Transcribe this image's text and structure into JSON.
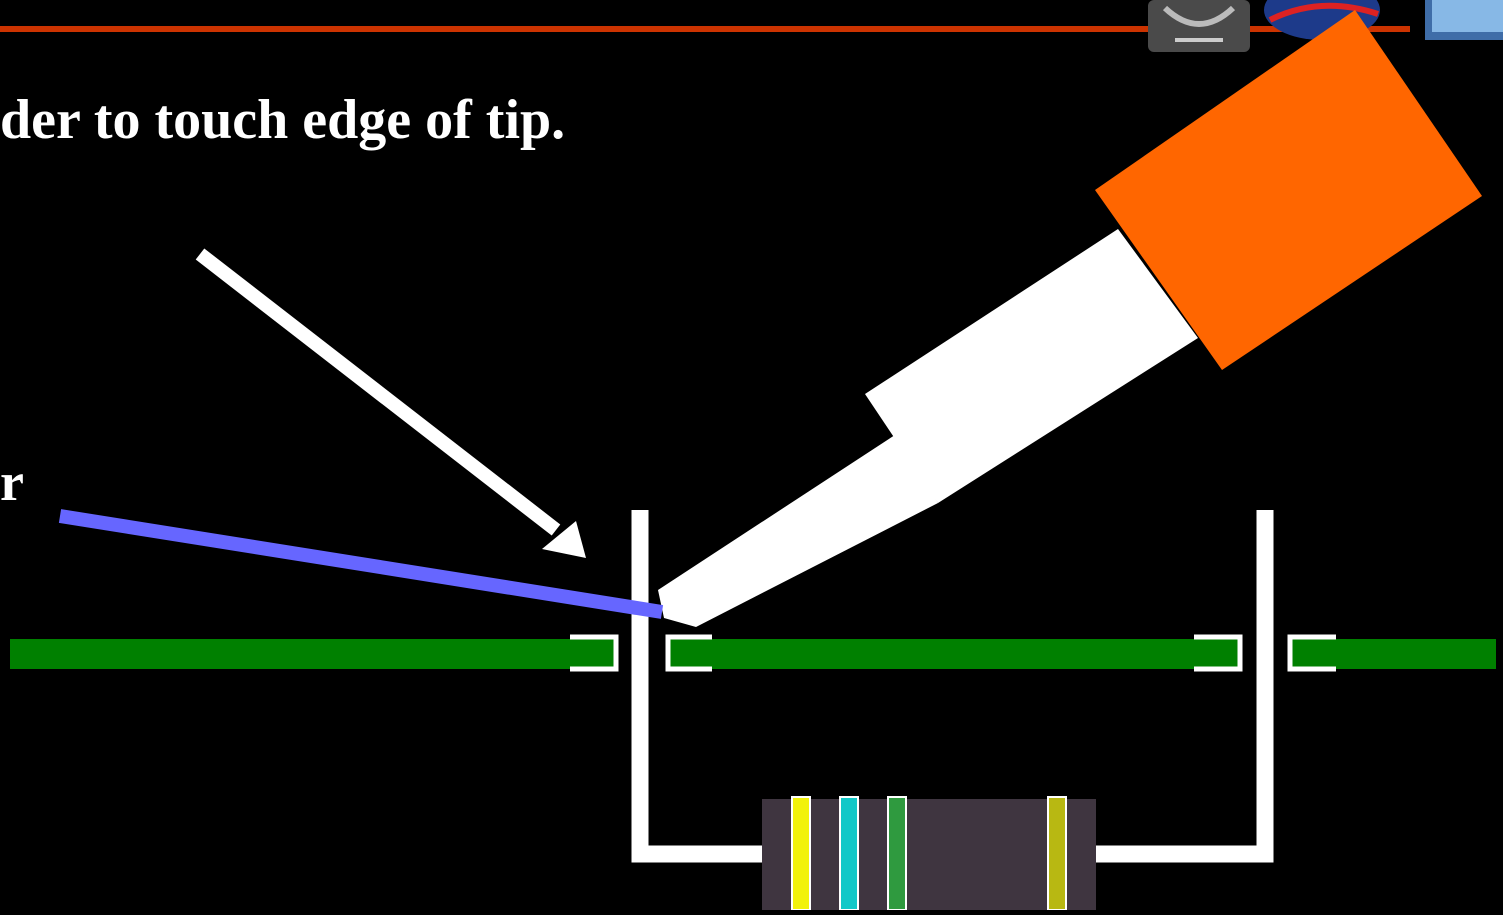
{
  "slide": {
    "title_fragment": "der to touch edge of tip.",
    "side_label_fragment": "r"
  },
  "header": {
    "rule_color": "#cc3300",
    "logos": [
      "nasa-seal-logo",
      "nasa-meatball-logo",
      "partner-logo"
    ]
  },
  "diagram": {
    "colors": {
      "background": "#000000",
      "iron_handle": "#ff6600",
      "iron_barrel": "#ffffff",
      "solder_wire": "#6666ff",
      "board_trace": "#008000",
      "pad_outline": "#ffffff",
      "component_lead": "#ffffff",
      "resistor_body": "#3f3540",
      "band_1": "#f2f20a",
      "band_2": "#11c8c8",
      "band_3": "#2f9a3f",
      "band_4": "#b8b812"
    },
    "resistor_bands": 4,
    "icons": [
      "pointer-arrow",
      "soldering-iron",
      "solder-wire",
      "circuit-board",
      "resistor"
    ]
  }
}
